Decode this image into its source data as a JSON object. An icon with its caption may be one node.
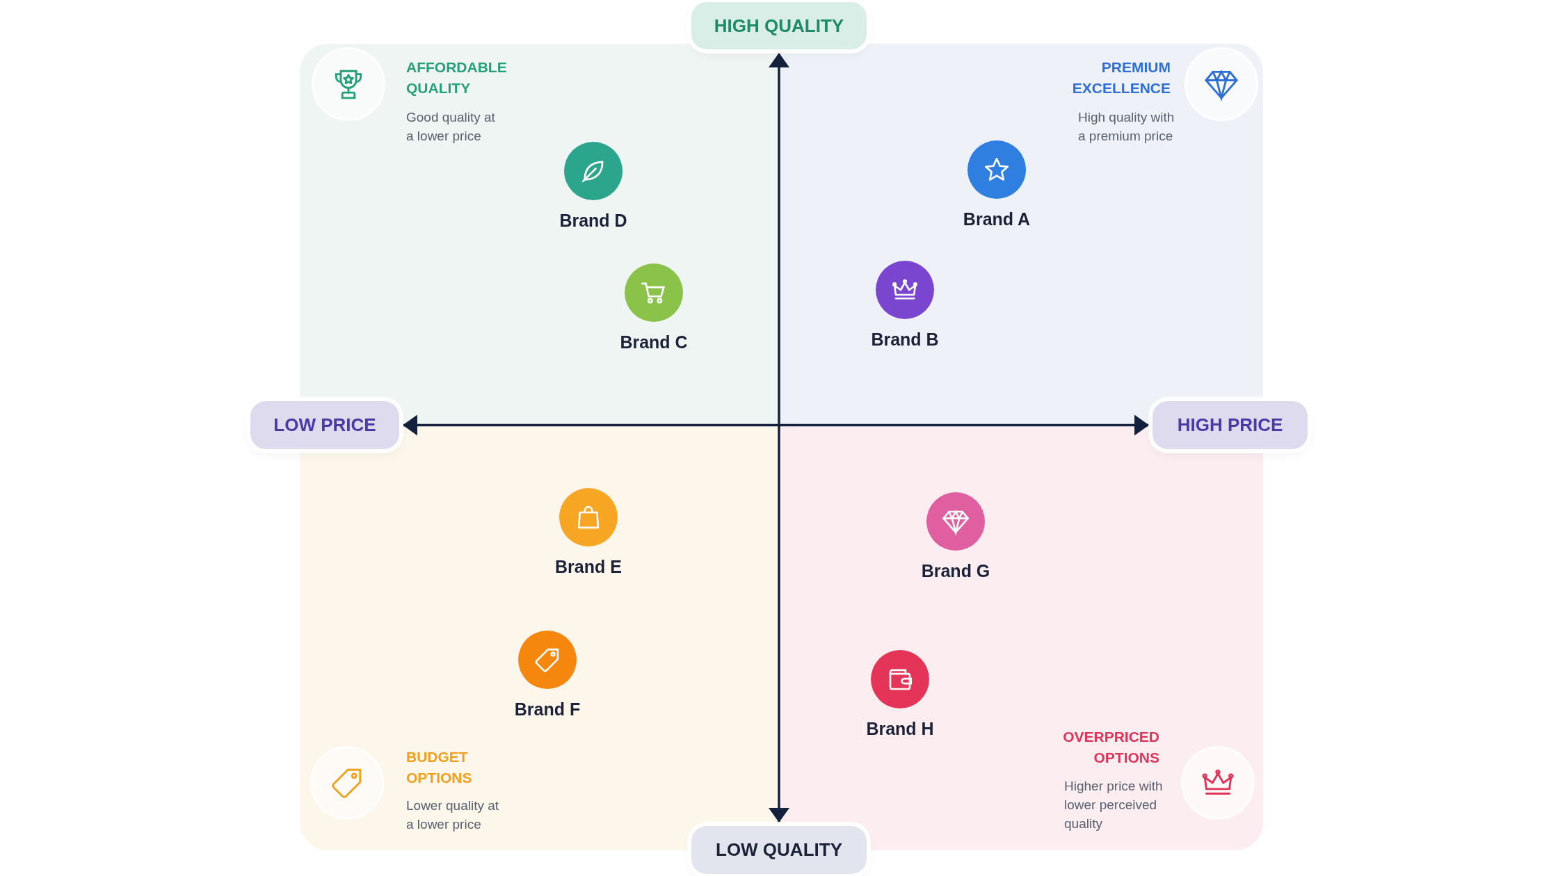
{
  "diagram": {
    "nodes": [
      {
        "text": [
          "HIGH QUALITY"
        ]
      },
      {
        "text": [
          "AFFORDABLE QUALITY",
          "Good quality at a lower price"
        ]
      },
      {
        "text": [
          "Brand D"
        ],
        "in": 1
      },
      {
        "text": [
          "Brand C"
        ],
        "in": 1
      },
      {
        "text": [
          "PREMIUM EXCELLENCE",
          "High quality with a premium price"
        ]
      },
      {
        "text": [
          "Brand A"
        ],
        "in": 4
      },
      {
        "text": [
          "Brand B"
        ],
        "in": 4
      },
      {
        "text": [
          "LOW PRICE"
        ]
      },
      {
        "text": [
          "HIGH PRICE"
        ]
      },
      {
        "text": [
          "BUDGET OPTIONS",
          "Lower quality at a lower price"
        ]
      },
      {
        "text": [
          "Brand E"
        ],
        "in": 9
      },
      {
        "text": [
          "Brand F"
        ],
        "in": 9
      },
      {
        "text": [
          "OVERPRICED OPTIONS",
          "Higher price with lower perceived quality"
        ]
      },
      {
        "text": [
          "Brand G"
        ],
        "in": 12
      },
      {
        "text": [
          "Brand H"
        ],
        "in": 12
      },
      {
        "text": [
          "LOW QUALITY"
        ]
      }
    ],
    "edges": [
      {
        "from": 7,
        "to": 8,
        "arrow": "both"
      },
      {
        "from": 15,
        "to": 0,
        "arrow": "both"
      }
    ]
  }
}
